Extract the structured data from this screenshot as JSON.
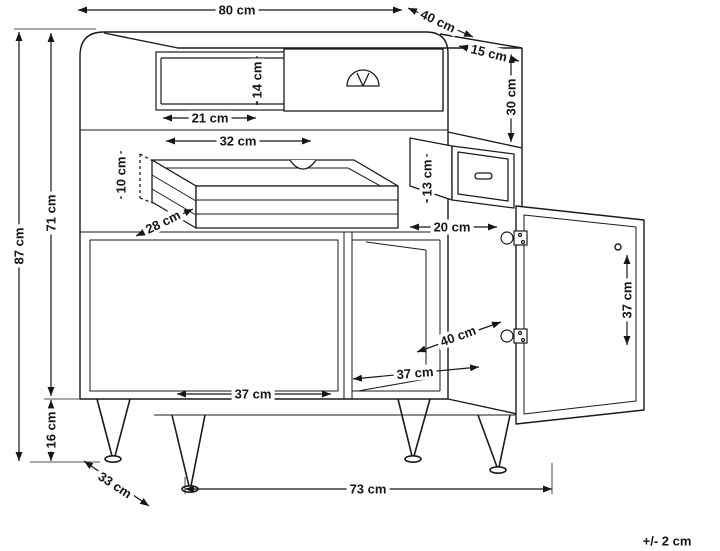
{
  "diagram": {
    "subject": "sideboard-with-drawers-dimension-drawing",
    "tolerance_note": "+/- 2 cm",
    "dims": {
      "overall_width": "80 cm",
      "overall_depth": "40 cm",
      "recess_side_depth": "15 cm",
      "top_section_height": "30 cm",
      "recess_height": "14 cm",
      "recess_width": "21 cm",
      "drawer_inner_width": "32 cm",
      "drawer_inner_height": "10 cm",
      "drawer_inner_depth": "28 cm",
      "side_drawer_height": "13 cm",
      "side_drawer_depth": "20 cm",
      "door_panel_height": "37 cm",
      "interior_depth": "40 cm",
      "interior_width": "37 cm",
      "door_panel_width": "37 cm",
      "base_width": "73 cm",
      "leg_depth": "33 cm",
      "leg_height": "16 cm",
      "body_height": "71 cm",
      "overall_height": "87 cm"
    }
  }
}
